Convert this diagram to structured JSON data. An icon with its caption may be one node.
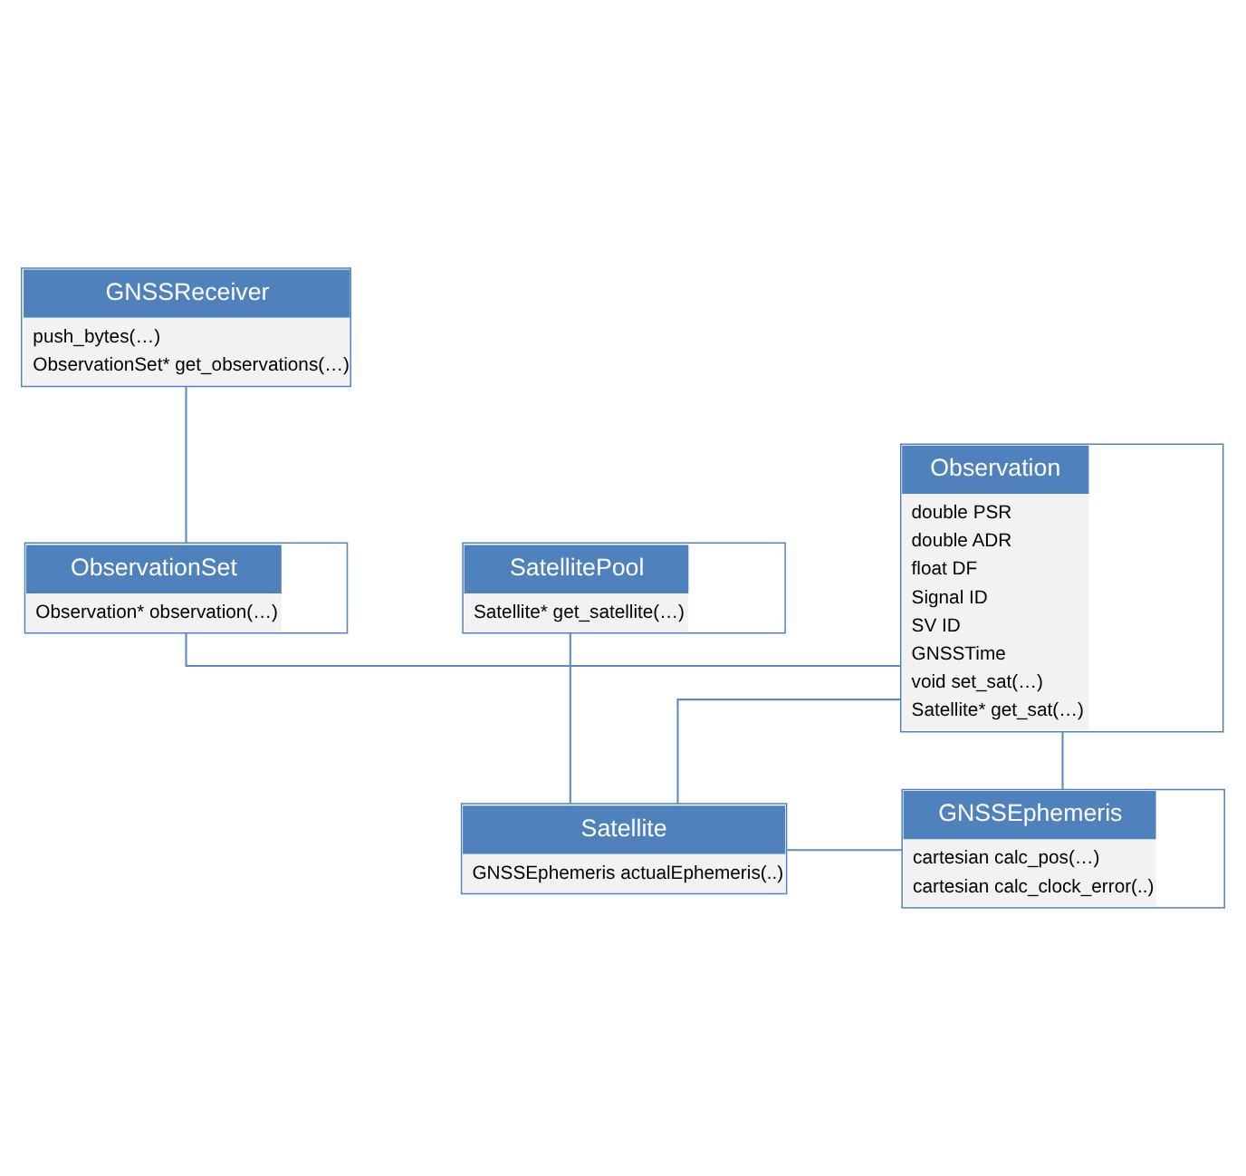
{
  "diagram": {
    "nodes": [
      {
        "text": [
          "GNSSReceiver",
          "push_bytes(…)",
          "ObservationSet* get_observations(…)"
        ]
      },
      {
        "text": [
          "ObservationSet",
          "Observation* observation(…)"
        ]
      },
      {
        "text": [
          "Observation",
          "double PSR",
          "double ADR",
          "float DF",
          "Signal ID",
          "SV ID",
          "GNSSTime",
          "void set_sat(…)",
          "Satellite* get_sat(…)"
        ]
      },
      {
        "text": [
          "SatellitePool",
          "Satellite* get_satellite(…)"
        ]
      },
      {
        "text": [
          "Satellite",
          "GNSSEphemeris actualEphemeris(..)"
        ]
      },
      {
        "text": [
          "GNSSEphemeris",
          "cartesian calc_pos(…)",
          "cartesian calc_clock_error(..)"
        ]
      }
    ],
    "edges": [
      {
        "from": 0,
        "to": 1,
        "arrow": "none"
      },
      {
        "from": 1,
        "to": 2,
        "arrow": "none"
      },
      {
        "from": 3,
        "to": 4,
        "arrow": "none"
      },
      {
        "from": 2,
        "to": 4,
        "arrow": "none"
      },
      {
        "from": 4,
        "to": 5,
        "arrow": "none"
      },
      {
        "from": 2,
        "to": 5,
        "arrow": "none"
      }
    ]
  }
}
